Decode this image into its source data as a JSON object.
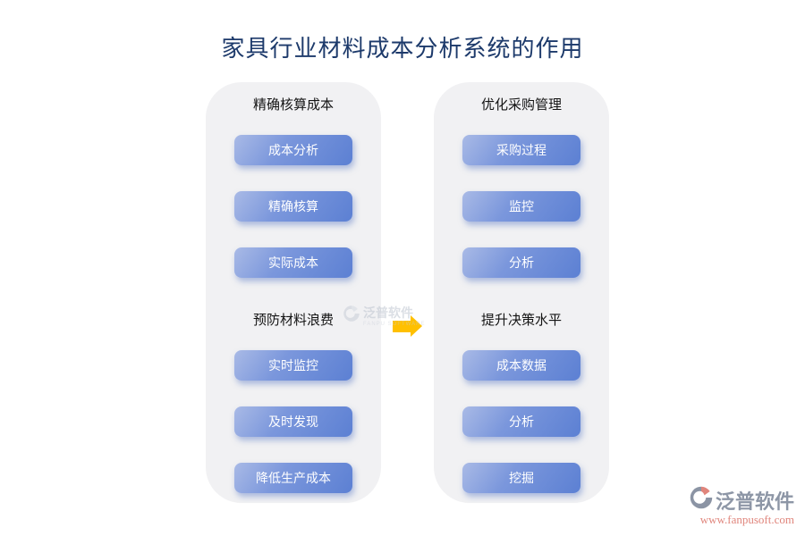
{
  "title": "家具行业材料成本分析系统的作用",
  "panels": [
    {
      "name": "left",
      "sections": [
        {
          "title": "精确核算成本",
          "buttons": [
            "成本分析",
            "精确核算",
            "实际成本"
          ]
        },
        {
          "title": "预防材料浪费",
          "buttons": [
            "实时监控",
            "及时发现",
            "降低生产成本"
          ]
        }
      ]
    },
    {
      "name": "right",
      "sections": [
        {
          "title": "优化采购管理",
          "buttons": [
            "采购过程",
            "监控",
            "分析"
          ]
        },
        {
          "title": "提升决策水平",
          "buttons": [
            "成本数据",
            "分析",
            "挖掘"
          ]
        }
      ]
    }
  ],
  "watermark": {
    "text": "泛普软件",
    "subtext": "FANPU SOFTWARE"
  },
  "footer": {
    "brand": "泛普软件",
    "url": "www.fanpusoft.com"
  },
  "colors": {
    "title_text": "#1d3a6b",
    "panel_bg": "#f1f1f3",
    "button_gradient_from": "#a9bae6",
    "button_gradient_to": "#5c80d3",
    "button_text": "#ffffff",
    "arrow": "#FFC000",
    "brand_text": "#8d96a6",
    "brand_url": "#e0857c"
  }
}
